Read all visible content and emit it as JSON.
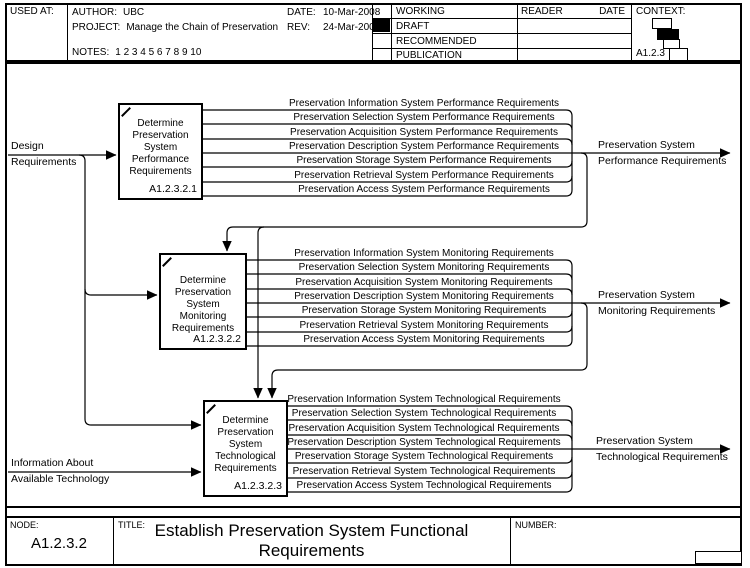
{
  "header": {
    "used_at_label": "USED AT:",
    "author_label": "AUTHOR:",
    "author": "UBC",
    "project_label": "PROJECT:",
    "project": "Manage the Chain of Preservation",
    "notes_label": "NOTES:",
    "notes": "1 2 3 4 5 6 7 8 9 10",
    "date_label": "DATE:",
    "date": "10-Mar-2008",
    "rev_label": "REV:",
    "rev": "24-Mar-2008",
    "status_rows": [
      {
        "label": "WORKING",
        "checked": false
      },
      {
        "label": "DRAFT",
        "checked": true
      },
      {
        "label": "RECOMMENDED",
        "checked": false
      },
      {
        "label": "PUBLICATION",
        "checked": false
      }
    ],
    "reader_label": "READER",
    "reader_date_label": "DATE",
    "context_label": "CONTEXT:",
    "context_node": "A1.2.3"
  },
  "diagram": {
    "inputs": [
      {
        "lines": [
          "Design",
          "Requirements"
        ]
      },
      {
        "lines": [
          "Information About",
          "Available Technology"
        ]
      }
    ],
    "activities": [
      {
        "title": "Determine Preservation System Performance Requirements",
        "node_id": "A1.2.3.2.1",
        "outputs": [
          "Preservation Information System Performance Requirements",
          "Preservation Selection System Performance Requirements",
          "Preservation Acquisition System Performance Requirements",
          "Preservation Description System Performance Requirements",
          "Preservation Storage System Performance Requirements",
          "Preservation Retrieval System Performance Requirements",
          "Preservation Access System Performance Requirements"
        ],
        "bundled_output_lines": [
          "Preservation System",
          "Performance Requirements"
        ]
      },
      {
        "title": "Determine Preservation System Monitoring Requirements",
        "node_id": "A1.2.3.2.2",
        "outputs": [
          "Preservation Information System Monitoring Requirements",
          "Preservation Selection System Monitoring Requirements",
          "Preservation Acquisition System Monitoring Requirements",
          "Preservation Description System Monitoring Requirements",
          "Preservation Storage System Monitoring Requirements",
          "Preservation Retrieval System Monitoring Requirements",
          "Preservation Access System Monitoring Requirements"
        ],
        "bundled_output_lines": [
          "Preservation System",
          "Monitoring Requirements"
        ]
      },
      {
        "title": "Determine Preservation System Technological Requirements",
        "node_id": "A1.2.3.2.3",
        "outputs": [
          "Preservation Information System Technological Requirements",
          "Preservation Selection System Technological Requirements",
          "Preservation Acquisition System Technological Requirements",
          "Preservation Description System Technological Requirements",
          "Preservation Storage System Technological Requirements",
          "Preservation Retrieval System Technological Requirements",
          "Preservation Access System Technological Requirements"
        ],
        "bundled_output_lines": [
          "Preservation System",
          "Technological Requirements"
        ]
      }
    ]
  },
  "footer": {
    "node_label": "NODE:",
    "node": "A1.2.3.2",
    "title_label": "TITLE:",
    "title": "Establish Preservation System Functional Requirements",
    "number_label": "NUMBER:"
  }
}
